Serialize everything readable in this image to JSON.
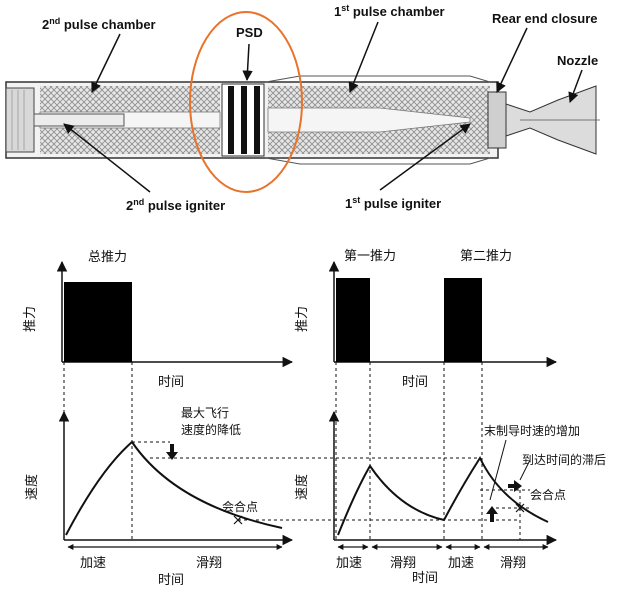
{
  "motor": {
    "second_pulse_chamber": {
      "prefix": "2",
      "sup": "nd",
      "rest": " pulse chamber"
    },
    "psd": "PSD",
    "first_pulse_chamber": {
      "prefix": "1",
      "sup": "st",
      "rest": " pulse chamber"
    },
    "rear_end_closure": "Rear end closure",
    "nozzle": "Nozzle",
    "second_pulse_igniter": {
      "prefix": "2",
      "sup": "nd",
      "rest": " pulse igniter"
    },
    "first_pulse_igniter": {
      "prefix": "1",
      "sup": "st",
      "rest": " pulse igniter"
    }
  },
  "thrust_left": {
    "title": "总推力",
    "ylabel": "推力",
    "xlabel": "时间"
  },
  "thrust_right": {
    "label_first": "第一推力",
    "label_second": "第二推力",
    "ylabel": "推力",
    "xlabel": "时间"
  },
  "velocity_left": {
    "ylabel": "速度",
    "note_max_speed": [
      "最大飞行",
      "速度的降低"
    ],
    "meeting_point": "会合点",
    "phase_accel": "加速",
    "phase_glide": "滑翔",
    "xlabel": "时间"
  },
  "velocity_right": {
    "ylabel": "速度",
    "note_terminal": "末制导时速的增加",
    "note_delay": "到达时间的滞后",
    "meeting_point": "会合点",
    "phase_accel_1": "加速",
    "phase_glide_1": "滑翔",
    "phase_accel_2": "加速",
    "phase_glide_2": "滑翔",
    "xlabel": "时间"
  },
  "colors": {
    "psd_highlight": "#e8732a",
    "ink": "#111111",
    "hatch": "#9a9a9a"
  }
}
